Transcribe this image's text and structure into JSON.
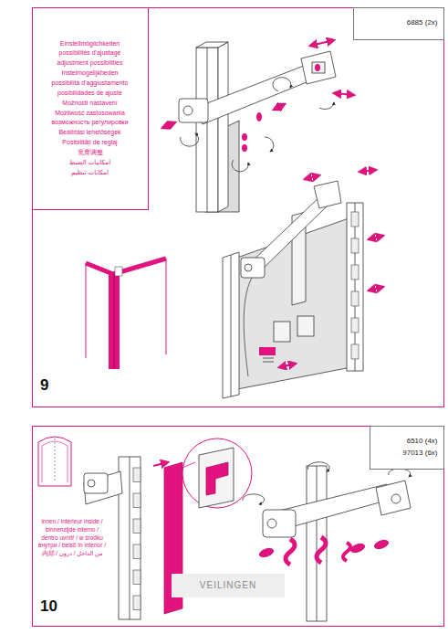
{
  "diagram": {
    "nodes": [
      {
        "text": [
          "9"
        ]
      },
      {
        "text": [
          "Einstellmöglichkeiten",
          "possibilités d'ajustage",
          "adjustment possibilities",
          "Instelmogelijkheden",
          "possibilità d'aggiustamento",
          "posibilidades de ajuste",
          "Možnosti nastavení",
          "Możliwość zastosowania",
          "возможность регулировки",
          "Beállítási lehetőségek",
          "Posibilități de reglaj",
          "宽度调整",
          "امكانيات الضبط",
          "امکانات تنظیم"
        ],
        "in": 0
      },
      {
        "text": [
          "6885 (2x)"
        ],
        "in": 0
      },
      {
        "text": [
          "10"
        ]
      },
      {
        "text": [
          "6510 (4x)",
          "97013 (6x)"
        ],
        "in": 3
      }
    ],
    "labels": [
      "innen / intérieur inside / binnenzijde interno / dentro uvnitř / w środku внутри / belső în interior / 内部 / من الداخل / درون",
      "VEILINGEN"
    ]
  }
}
